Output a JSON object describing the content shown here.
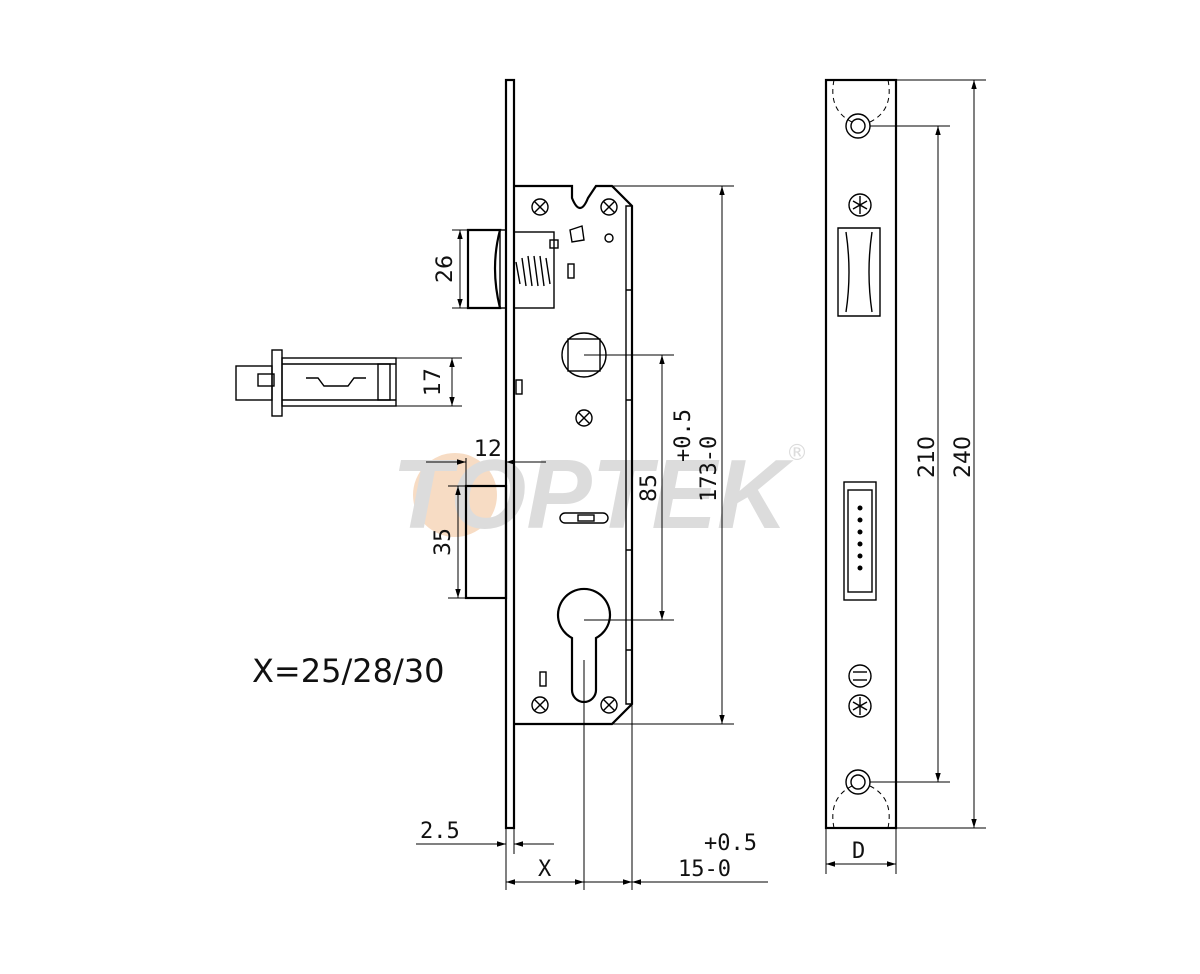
{
  "watermark": {
    "brand": "TOPTEK",
    "registered_mark": "®"
  },
  "dimensions": {
    "latch_height": "26",
    "cylinder_slot_height": "17",
    "deadbolt_width": "12",
    "deadbolt_height": "35",
    "handle_to_cylinder": "85",
    "case_height_tol": "+0.5",
    "case_height": "173-0",
    "faceplate_thickness": "2.5",
    "backset": "X",
    "case_offset_tol": "+0.5",
    "case_offset": "15-0",
    "fixing_hole_span": "210",
    "faceplate_length": "240",
    "faceplate_width": "D"
  },
  "backset_options": "X=25/28/30"
}
